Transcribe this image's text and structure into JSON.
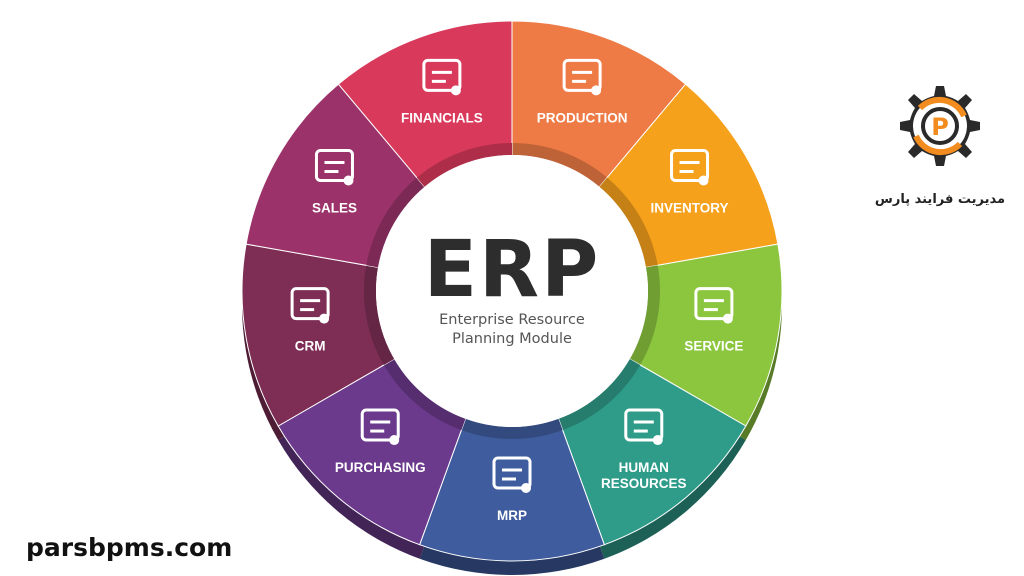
{
  "diagram": {
    "center": {
      "title": "ERP",
      "subtitle_line1": "Enterprise Resource",
      "subtitle_line2": "Planning Module"
    },
    "segments": [
      {
        "id": "production",
        "lines": [
          "PRODUCTION"
        ],
        "color": "#ee7a45",
        "icon": "conveyor-robot-arm-icon"
      },
      {
        "id": "inventory",
        "lines": [
          "INVENTORY"
        ],
        "color": "#f6a11c",
        "icon": "boxes-clipboard-icon"
      },
      {
        "id": "service",
        "lines": [
          "SERVICE"
        ],
        "color": "#8cc63f",
        "icon": "headset-gears-icon"
      },
      {
        "id": "human-resources",
        "lines": [
          "HUMAN",
          "RESOURCES"
        ],
        "color": "#2f9c8a",
        "icon": "person-org-chart-icon"
      },
      {
        "id": "mrp",
        "lines": [
          "MRP"
        ],
        "color": "#3f5c9e",
        "icon": "factory-gears-icon"
      },
      {
        "id": "purchasing",
        "lines": [
          "PURCHASING"
        ],
        "color": "#6b3a8c",
        "icon": "shopping-cart-checklist-icon"
      },
      {
        "id": "crm",
        "lines": [
          "CRM"
        ],
        "color": "#7e2e55",
        "icon": "customer-target-icon"
      },
      {
        "id": "sales",
        "lines": [
          "SALES"
        ],
        "color": "#9b336a",
        "icon": "cash-register-icon"
      },
      {
        "id": "financials",
        "lines": [
          "FINANCIALS"
        ],
        "color": "#d93a5b",
        "icon": "pie-chart-dollar-growth-icon"
      }
    ]
  },
  "brand": {
    "logo_letter": "P",
    "name": "مدیریت فرایند پارس",
    "logo_colors": {
      "gear": "#2a2a2a",
      "accent": "#f28c1f"
    }
  },
  "footer": {
    "website": "parsbpms.com"
  }
}
